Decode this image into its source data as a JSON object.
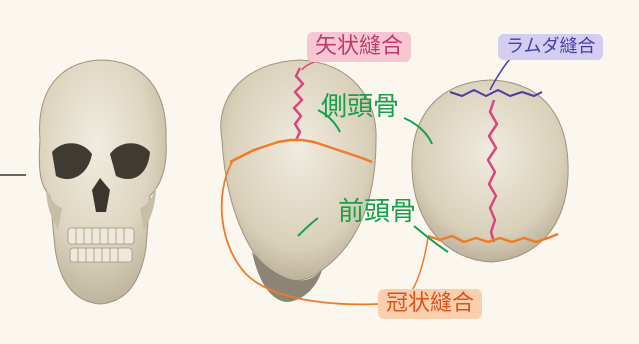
{
  "labels": {
    "sagittal_suture": "矢状縫合",
    "lambdoid_suture": "ラムダ縫合",
    "parietal_bone": "側頭骨",
    "frontal_bone": "前頭骨",
    "coronal_suture": "冠状縫合"
  },
  "colors": {
    "background": "#fbf7ee",
    "bone": "#e4ddc9",
    "sagittal": "#d9467f",
    "lambdoid": "#4b3ba5",
    "coronal": "#f07a2a",
    "green_label": "#16a04b"
  }
}
